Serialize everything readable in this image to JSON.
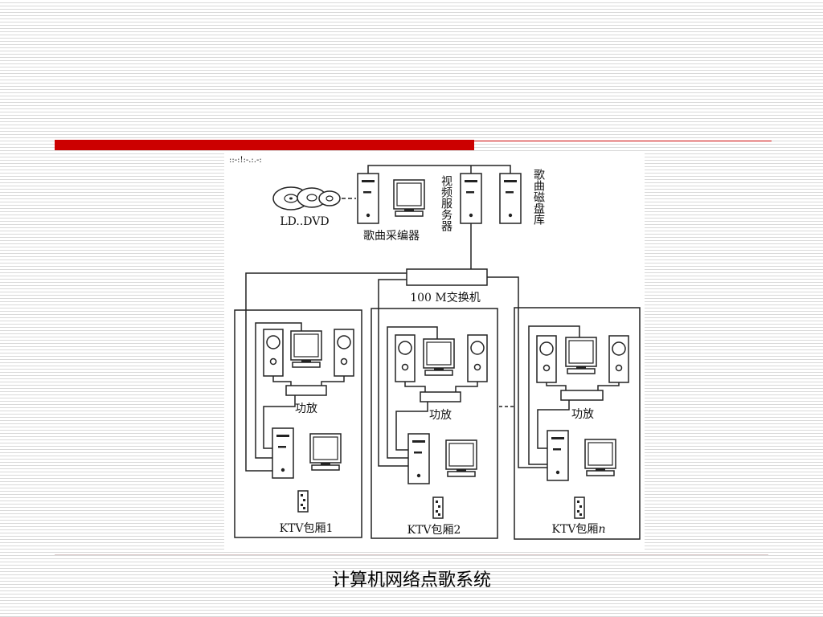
{
  "colors": {
    "accent": "#cc0000",
    "line": "#222222"
  },
  "diagram": {
    "source_label": "LD..DVD",
    "encoder_label": "歌曲采编器",
    "video_server_label": "视频服务器",
    "song_disk_label": "歌曲磁盘库",
    "switch_label": "100 M交换机",
    "amp_label": "功放",
    "rooms": [
      "KTV包厢1",
      "KTV包厢2",
      "KTV包厢"
    ],
    "room_n_suffix": "n"
  },
  "caption": "计算机网络点歌系统"
}
